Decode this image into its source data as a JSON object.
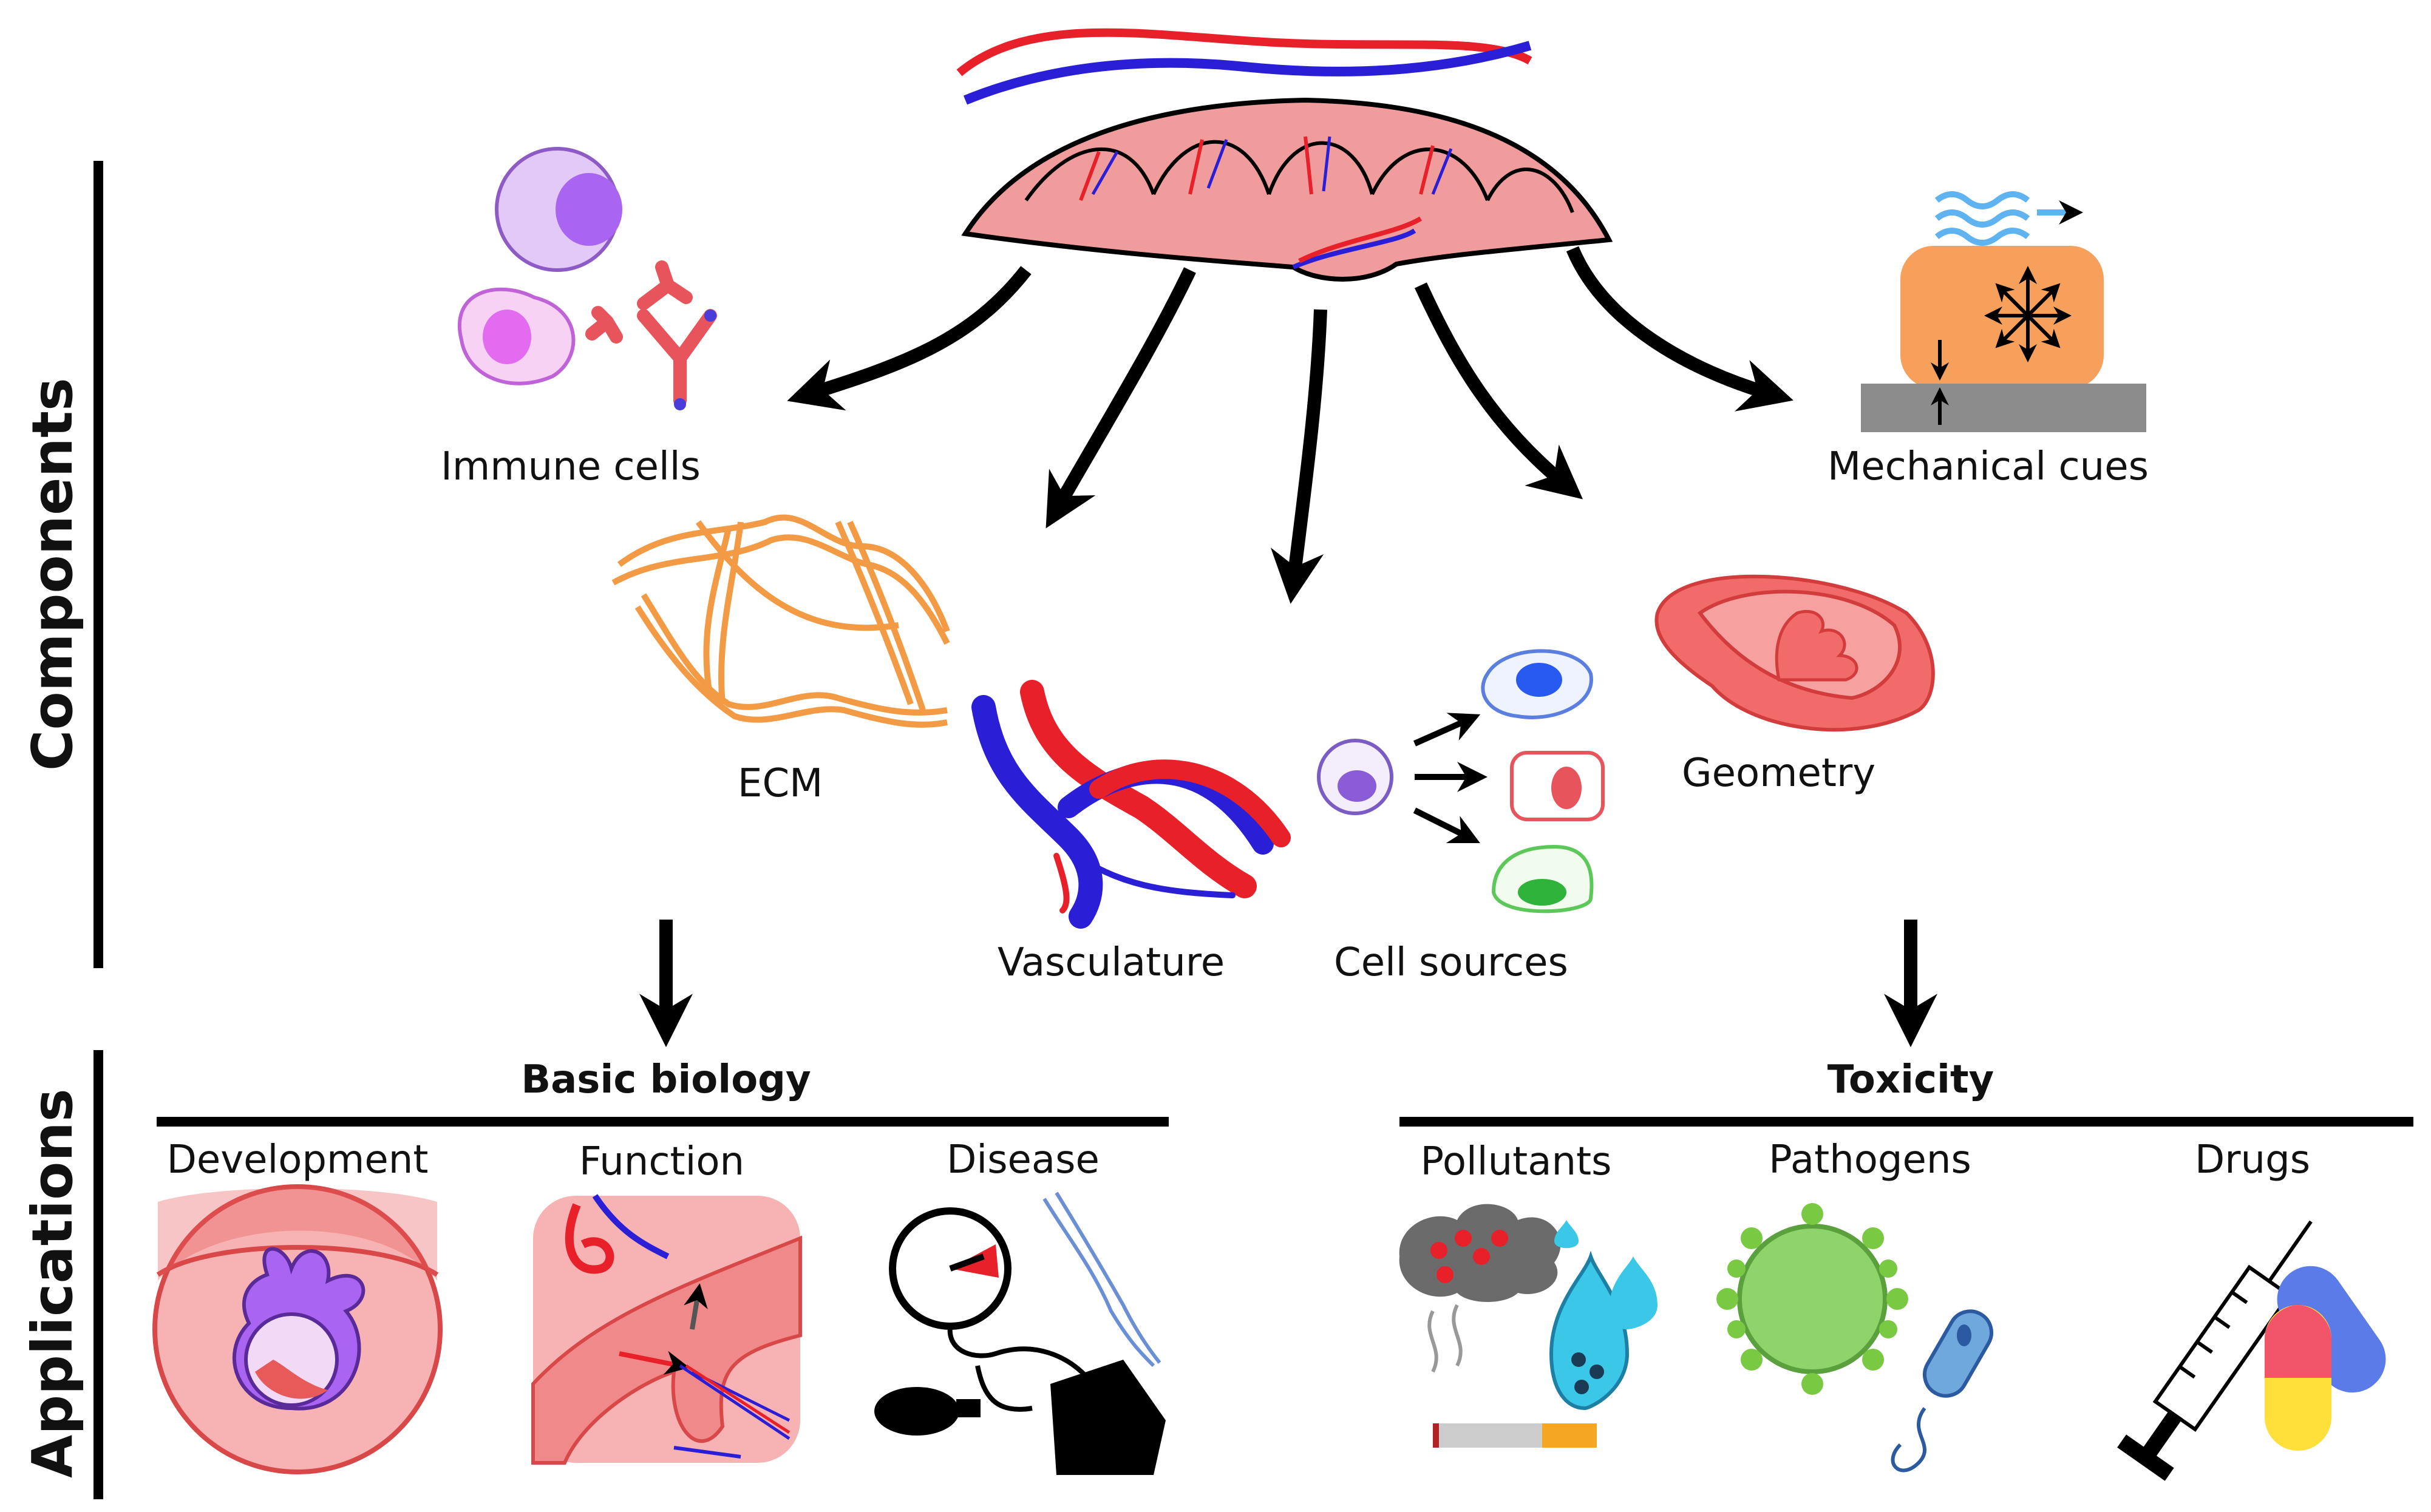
{
  "sections": {
    "components": "Components",
    "applications": "Applications"
  },
  "components": {
    "immune_cells": "Immune cells",
    "mechanical_cues": "Mechanical cues",
    "ecm": "ECM",
    "vasculature": "Vasculature",
    "cell_sources": "Cell sources",
    "geometry": "Geometry"
  },
  "applications": {
    "basic_biology": {
      "header": "Basic biology",
      "items": [
        "Development",
        "Function",
        "Disease"
      ]
    },
    "toxicity": {
      "header": "Toxicity",
      "items": [
        "Pollutants",
        "Pathogens",
        "Drugs"
      ]
    }
  },
  "colors": {
    "placenta": "#f19c9c",
    "artery": "#e8202a",
    "vein": "#2a1fd6",
    "ecm": "#f39a45",
    "mechanical_block": "#f7a05b",
    "substrate": "#8c8c8c",
    "immune_purple": "#a965f2",
    "immune_pink": "#e26bf0",
    "antibody": "#e8545c",
    "virus": "#7ac943",
    "droplet": "#3bc7e8"
  }
}
